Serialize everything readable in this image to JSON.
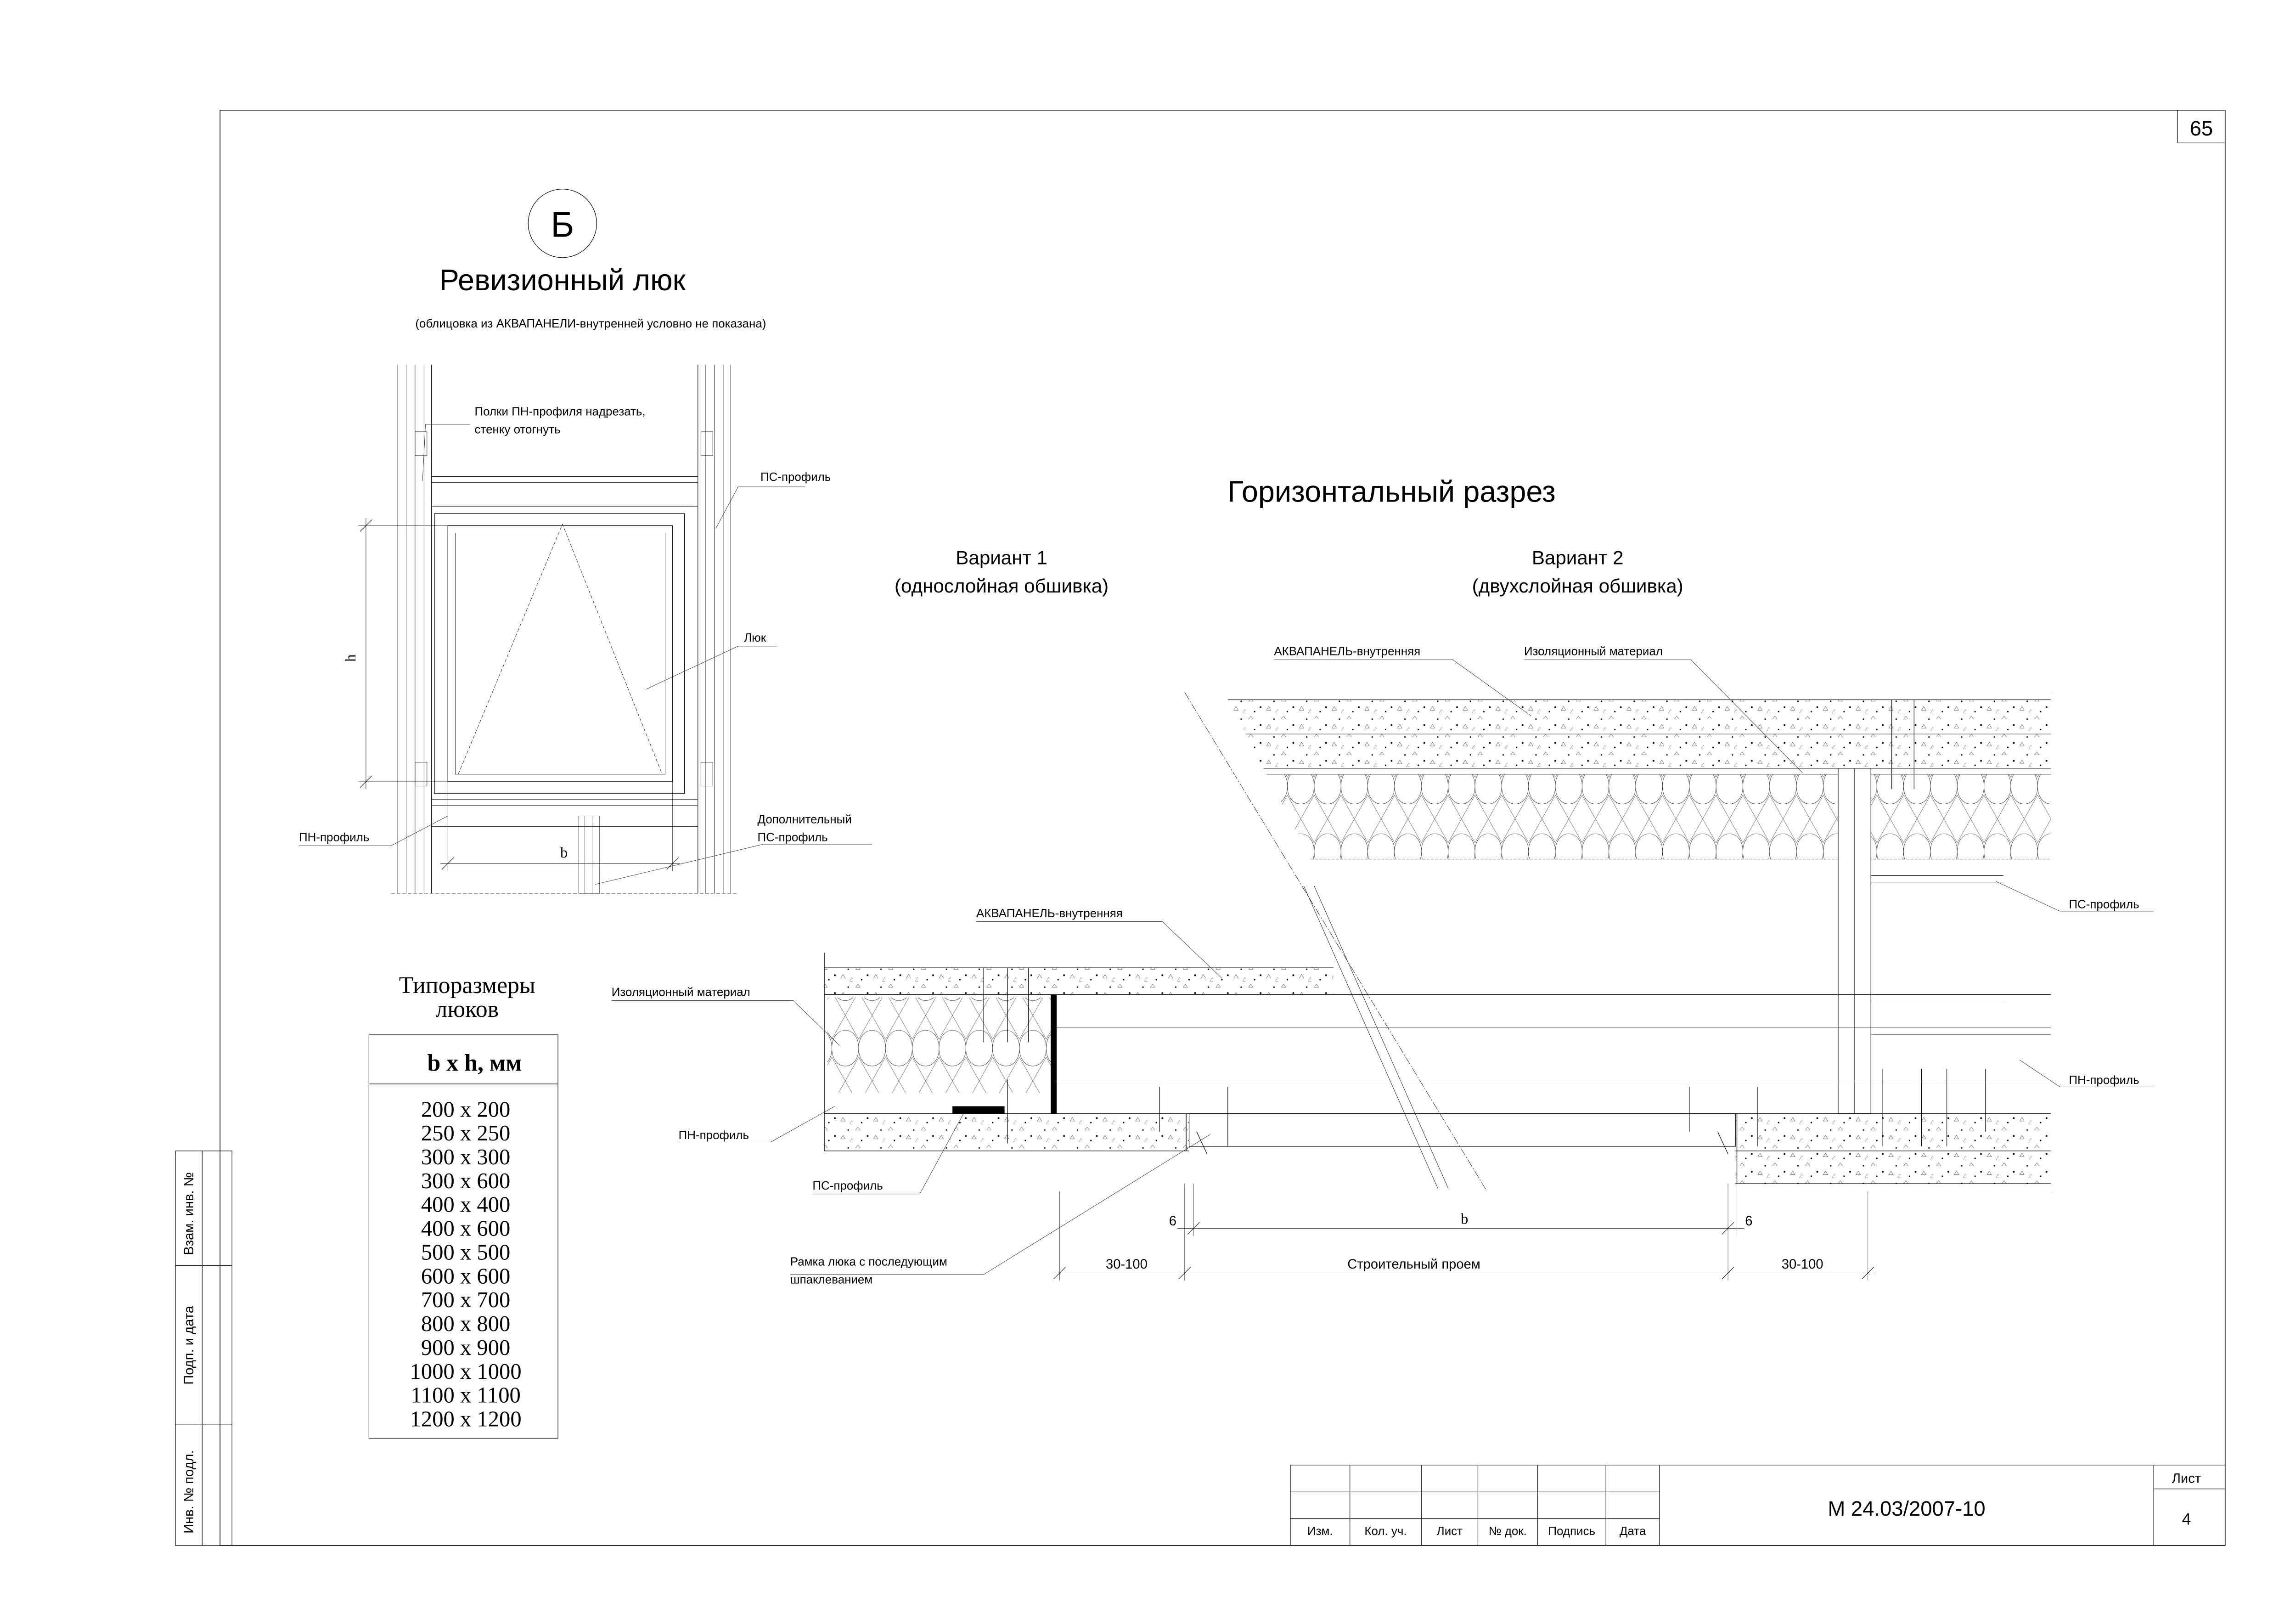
{
  "sheet": {
    "page_number": "65",
    "detail_letter": "Б",
    "detail_title": "Ревизионный люк",
    "detail_note": "(облицовка из АКВАПАНЕЛИ-внутренней условно не показана)",
    "section_title": "Горизонтальный разрез",
    "variant1_title": "Вариант 1",
    "variant1_subtitle": "(однослойная обшивка)",
    "variant2_title": "Вариант 2",
    "variant2_subtitle": "(двухслойная обшивка)"
  },
  "hatch_labels": {
    "cut_note_line1": "Полки ПН-профиля надрезать,",
    "cut_note_line2": "стенку отогнуть",
    "ps_profile": "ПС-профиль",
    "hatch": "Люк",
    "pn_profile": "ПН-профиль",
    "extra_line1": "Дополнительный",
    "extra_line2": "ПС-профиль",
    "dim_h": "h",
    "dim_b": "b"
  },
  "sizes_table": {
    "title_line1": "Типоразмеры",
    "title_line2": "люков",
    "header": "b x h, мм",
    "rows": [
      "200 x 200",
      "250 x 250",
      "300 x 300",
      "300 x 600",
      "400 x 400",
      "400 x 600",
      "500 x 500",
      "600 x 600",
      "700 x 700",
      "800 x 800",
      "900 x 900",
      "1000 x 1000",
      "1100 x 1100",
      "1200 x 1200"
    ]
  },
  "section_labels": {
    "v2_aquapanel": "АКВАПАНЕЛЬ-внутренняя",
    "v2_insulation": "Изоляционный материал",
    "v2_ps_profile": "ПС-профиль",
    "v2_pn_profile": "ПН-профиль",
    "v1_aquapanel": "АКВАПАНЕЛЬ-внутренняя",
    "v1_insulation": "Изоляционный материал",
    "v1_pn_profile": "ПН-профиль",
    "v1_ps_profile": "ПС-профиль",
    "frame_line1": "Рамка люка с последующим",
    "frame_line2": "шпаклеванием"
  },
  "dimensions": {
    "left_offset": "30-100",
    "right_offset": "30-100",
    "gap_left": "6",
    "gap_right": "6",
    "opening_width": "b",
    "opening_label": "Строительный проем"
  },
  "side_stamp": {
    "field1": "Взам. инв. №",
    "field2": "Подп. и дата",
    "field3": "Инв. № подл."
  },
  "title_block": {
    "headers": [
      "Изм.",
      "Кол. уч.",
      "Лист",
      "№ док.",
      "Подпись",
      "Дата"
    ],
    "document_code": "М 24.03/2007-10",
    "sheet_label": "Лист",
    "sheet_number": "4"
  }
}
